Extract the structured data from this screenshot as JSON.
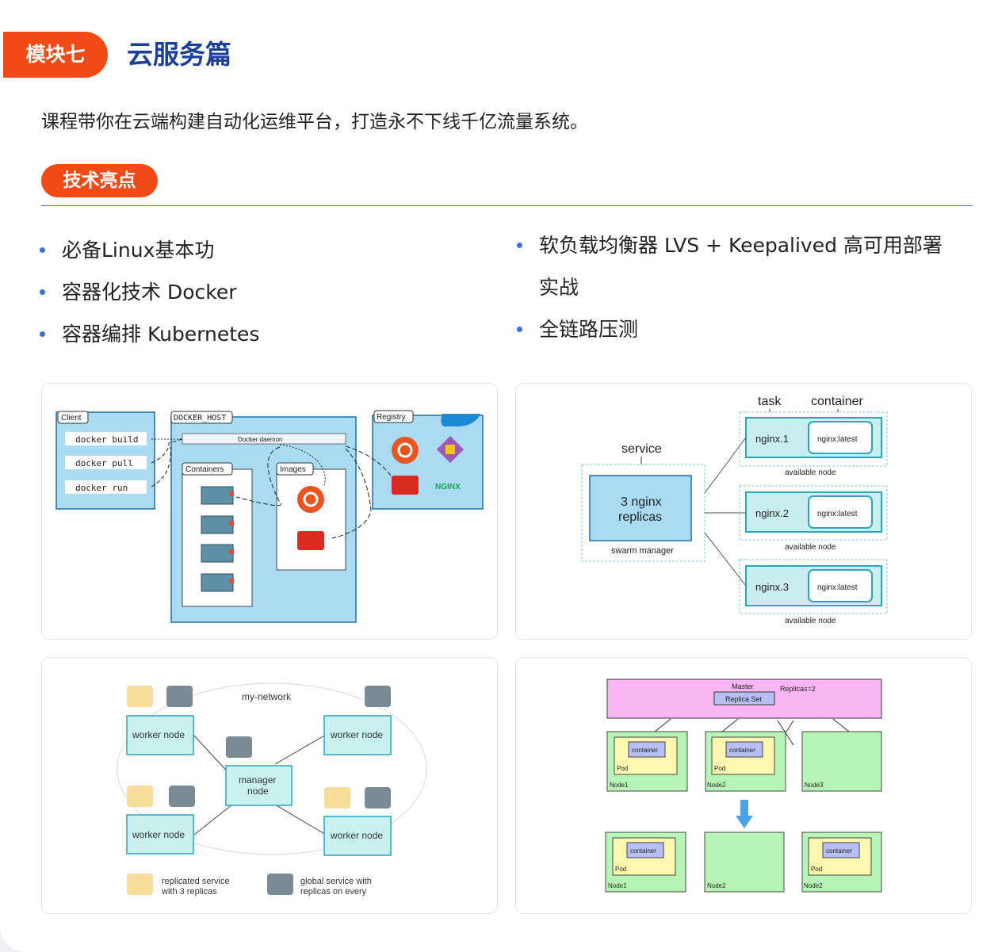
{
  "header": {
    "module_tag": "模块七",
    "module_title": "云服务篇"
  },
  "intro": "课程带你在云端构建自动化运维平台，打造永不下线千亿流量系统。",
  "highlight_tag": "技术亮点",
  "bullets_left": [
    "必备Linux基本功",
    "容器化技术 Docker",
    "容器编排 Kubernetes"
  ],
  "bullets_right": [
    "软负载均衡器 LVS + Keepalived 高可用部署",
    "实战",
    "全链路压测"
  ],
  "colors": {
    "accent": "#f24a16",
    "title": "#1c3f99",
    "bullet": "#3b6fd9",
    "rule": "#4a6fcf"
  },
  "diagram_docker": {
    "client_label": "Client",
    "commands": [
      "docker build",
      "docker pull",
      "docker run"
    ],
    "host_label": "DOCKER_HOST",
    "daemon_label": "Docker daemon",
    "containers_label": "Containers",
    "images_label": "Images",
    "registry_label": "Registry",
    "nginx_label": "NGINX"
  },
  "diagram_swarm": {
    "task_label": "task",
    "container_label": "container",
    "service_label": "service",
    "replicas_line1": "3 nginx",
    "replicas_line2": "replicas",
    "manager_label": "swarm manager",
    "tasks": [
      "nginx.1",
      "nginx.2",
      "nginx.3"
    ],
    "image_label": "nginx:latest",
    "node_label": "available node"
  },
  "diagram_network": {
    "network_label": "my-network",
    "worker_label": "worker node",
    "manager_line1": "manager",
    "manager_line2": "node",
    "legend_replicated_1": "replicated service",
    "legend_replicated_2": "with 3 replicas",
    "legend_global_1": "global service with",
    "legend_global_2": "replicas on every"
  },
  "diagram_replicaset": {
    "master_label": "Master",
    "replicas_label": "Replicas=2",
    "replicaset_label": "Replica Set",
    "container_label": "container",
    "pod_label": "Pod",
    "top_nodes": [
      "Node1",
      "Node2",
      "Node3"
    ],
    "bottom_nodes": [
      "Node1",
      "Node2",
      "Node2"
    ]
  }
}
